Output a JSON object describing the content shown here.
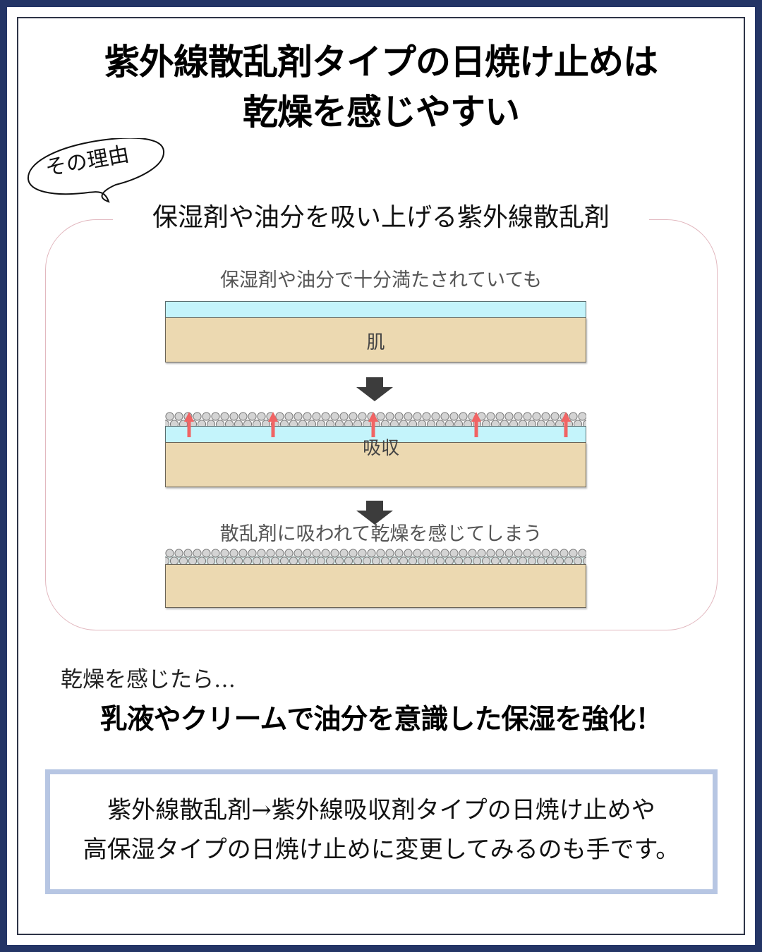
{
  "title": {
    "line1": "紫外線散乱剤タイプの日焼け止めは",
    "line2": "乾燥を感じやすい"
  },
  "reason_bubble": {
    "text": "その理由"
  },
  "reason_box": {
    "heading": "保湿剤や油分を吸い上げる紫外線散乱剤",
    "diagram": {
      "step1_caption": "保湿剤や油分で十分満たされていても",
      "skin_label": "肌",
      "step2_label": "吸収",
      "step3_caption": "散乱剤に吸われて乾燥を感じてしまう",
      "colors": {
        "moisture_layer": "#c4f4fb",
        "skin_layer": "#ecd9b1",
        "particle": "#d4d4d4",
        "absorb_arrow": "#f06464",
        "step_arrow": "#3c3c3c",
        "box_border": "#e2b8bf"
      }
    }
  },
  "advice": {
    "lead": "乾燥を感じたら…",
    "emphasis": "乳液やクリームで油分を意識した保湿を強化！"
  },
  "tip_box": {
    "line1": "紫外線散乱剤→紫外線吸収剤タイプの日焼け止めや",
    "line2": "高保湿タイプの日焼け止めに変更してみるのも手です。"
  },
  "frame": {
    "outer_color": "#243566",
    "tip_border_color": "#b7c6e3"
  }
}
